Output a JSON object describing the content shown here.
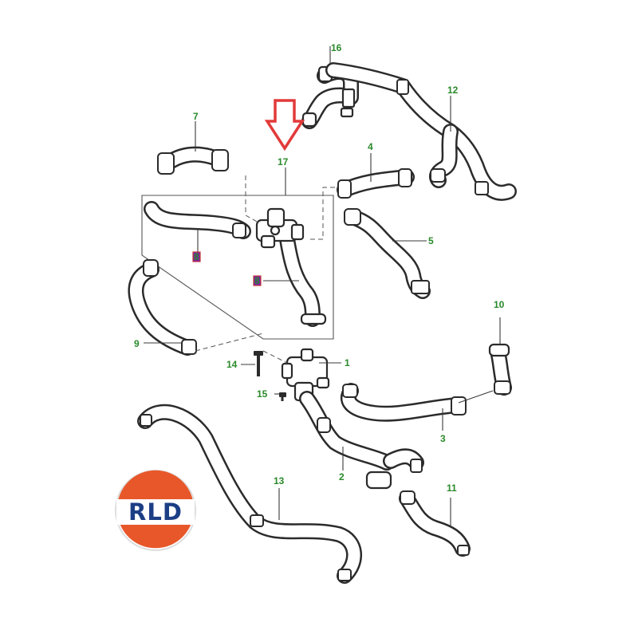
{
  "colors": {
    "callout": "#2a8a2a",
    "line": "#2b2b2b",
    "arrow": "#e23a3a",
    "marker": "#7a1fa8",
    "logo_orange": "#e8572a",
    "logo_blue": "#1c3e85"
  },
  "callouts": {
    "p1": "1",
    "p2": "2",
    "p3": "3",
    "p4": "4",
    "p5": "5",
    "p7": "7",
    "p9": "9",
    "p10": "10",
    "p11": "11",
    "p12": "12",
    "p13": "13",
    "p14": "14",
    "p15": "15",
    "p16": "16",
    "p17": "17",
    "p8a": "8",
    "p8b": "8"
  },
  "logo": {
    "text": "RLD"
  },
  "icons": {
    "highlight": "down-arrow-icon"
  }
}
